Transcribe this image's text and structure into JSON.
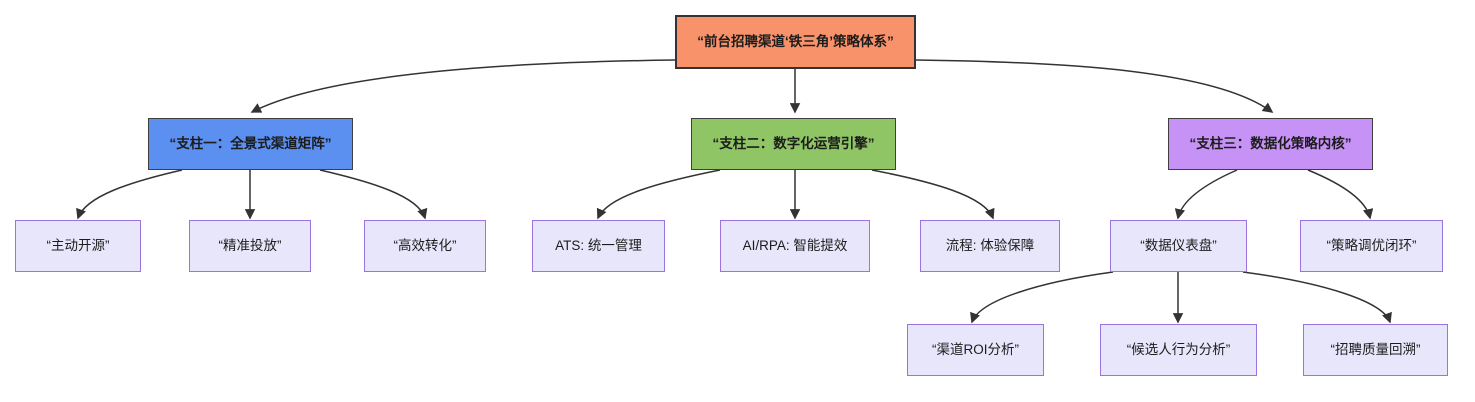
{
  "diagram": {
    "title_node": {
      "id": "root",
      "label": "“前台招聘渠道‘铁三角’策略体系”",
      "fill": "#f7926a",
      "stroke": "#333333"
    },
    "pillars": [
      {
        "id": "p1",
        "label": "“支柱一：全景式渠道矩阵”",
        "fill": "#5b8ff0",
        "stroke": "#3f3f3f"
      },
      {
        "id": "p2",
        "label": "“支柱二：数字化运营引擎”",
        "fill": "#8fc565",
        "stroke": "#3f3f3f"
      },
      {
        "id": "p3",
        "label": "“支柱三：数据化策略内核”",
        "fill": "#c692f5",
        "stroke": "#3f3f3f"
      }
    ],
    "leaves": [
      {
        "id": "l1",
        "label": "“主动开源”",
        "parent": "p1"
      },
      {
        "id": "l2",
        "label": "“精准投放”",
        "parent": "p1"
      },
      {
        "id": "l3",
        "label": "“高效转化”",
        "parent": "p1"
      },
      {
        "id": "l4",
        "label": "ATS: 统一管理",
        "parent": "p2"
      },
      {
        "id": "l5",
        "label": "AI/RPA: 智能提效",
        "parent": "p2"
      },
      {
        "id": "l6",
        "label": "流程: 体验保障",
        "parent": "p2"
      },
      {
        "id": "l7",
        "label": "“数据仪表盘”",
        "parent": "p3"
      },
      {
        "id": "l8",
        "label": "“策略调优闭环”",
        "parent": "p3"
      }
    ],
    "sub_leaves": [
      {
        "id": "s1",
        "label": "“渠道ROI分析”",
        "parent": "l7"
      },
      {
        "id": "s2",
        "label": "“候选人行为分析”",
        "parent": "l7"
      },
      {
        "id": "s3",
        "label": "“招聘质量回溯”",
        "parent": "l7"
      }
    ],
    "leaf_style": {
      "fill": "#e8e6fb",
      "stroke": "#9b74e0"
    },
    "edge_color": "#333333"
  }
}
